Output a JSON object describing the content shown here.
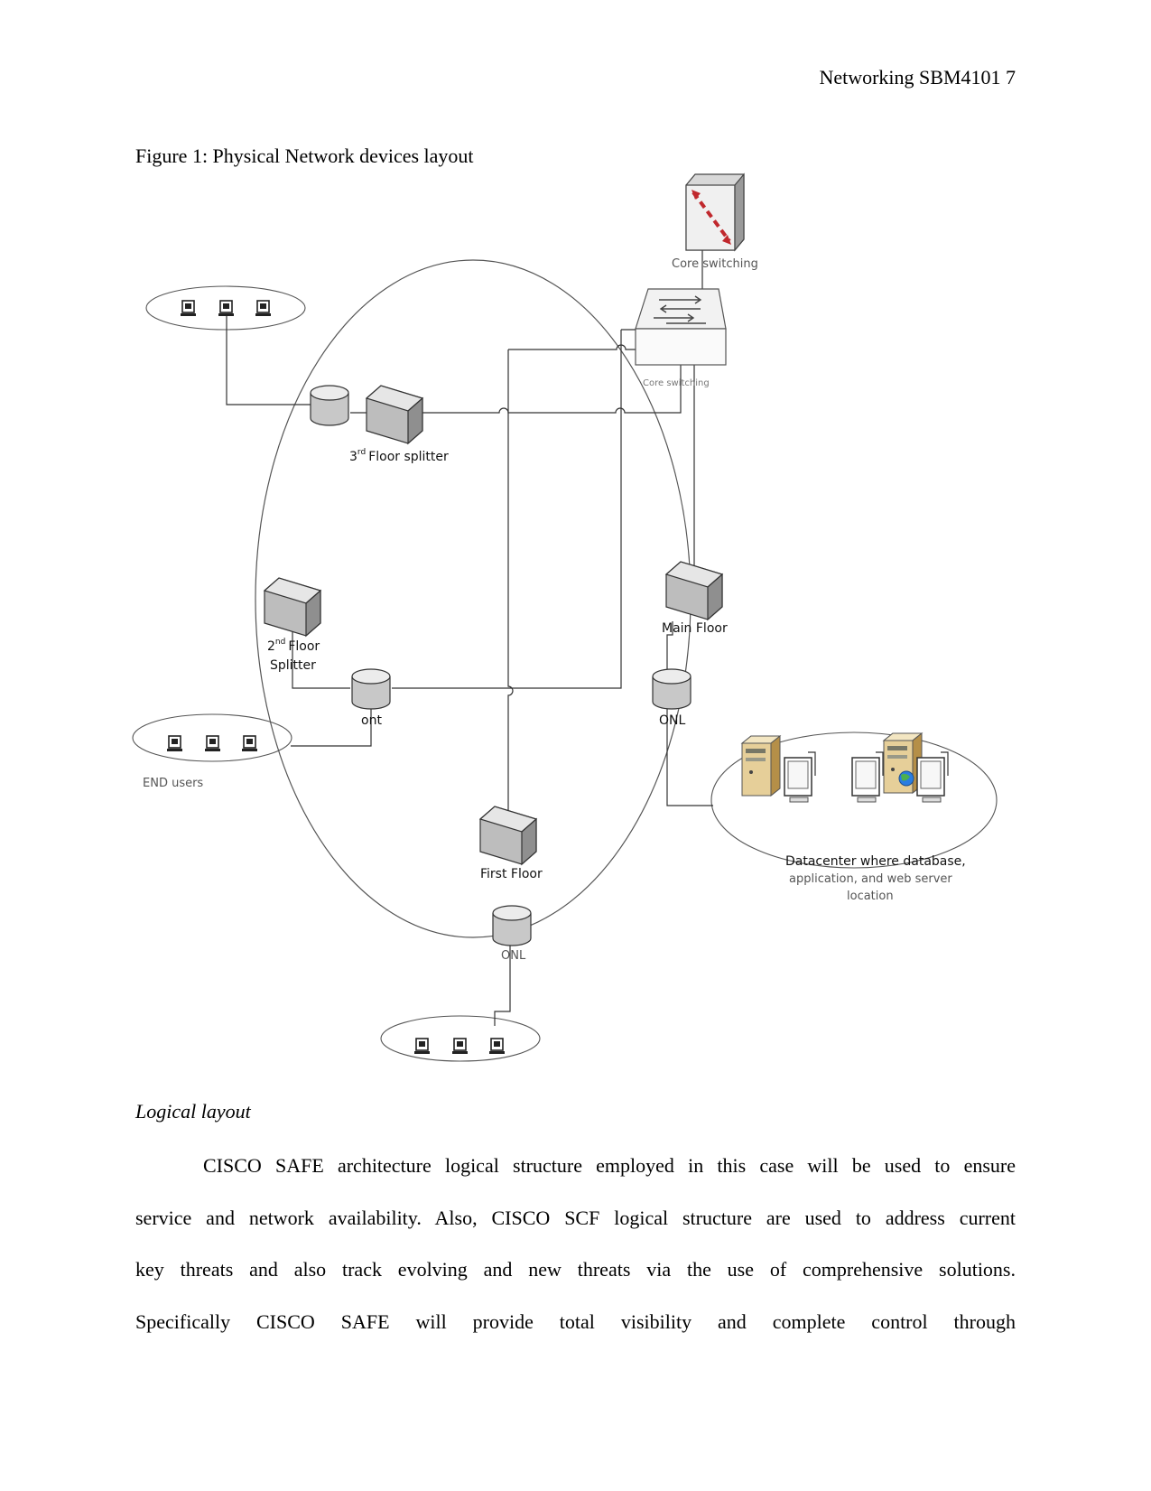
{
  "header": {
    "running_head": "Networking SBM4101 7"
  },
  "figure": {
    "caption": "Figure 1: Physical Network devices layout",
    "labels": {
      "core_switching_top": "Core switching",
      "core_switching_router": "Core switching",
      "third_floor_splitter": "3rd Floor splitter",
      "third_floor_splitter_sup": "rd",
      "third_floor_splitter_num": "3",
      "third_floor_splitter_rest": "Floor splitter",
      "second_floor_num": "2",
      "second_floor_sup": "nd",
      "second_floor_rest": "Floor",
      "second_floor_line2": "Splitter",
      "ont": "ont",
      "onl_right": "ONL",
      "main_floor": "Main Floor",
      "end_users": "END users",
      "first_floor": "First Floor",
      "onl_bottom": "ONL",
      "datacenter_line1": "Datacenter where database,",
      "datacenter_line2": "application, and web server",
      "datacenter_line3": "location"
    },
    "icons": [
      "switch-icon",
      "router-icon",
      "splitter-icon",
      "ont-cylinder-icon",
      "computer-icon",
      "server-icon",
      "globe-icon"
    ]
  },
  "section": {
    "heading": "Logical layout",
    "paragraph_lines": [
      "CISCO SAFE architecture logical structure employed in this case will be used to ensure",
      "service and network availability. Also, CISCO SCF logical structure are used to address current",
      "key threats and also track evolving and new threats via the use of comprehensive solutions.",
      "Specifically CISCO SAFE will provide total visibility and complete control through"
    ]
  }
}
